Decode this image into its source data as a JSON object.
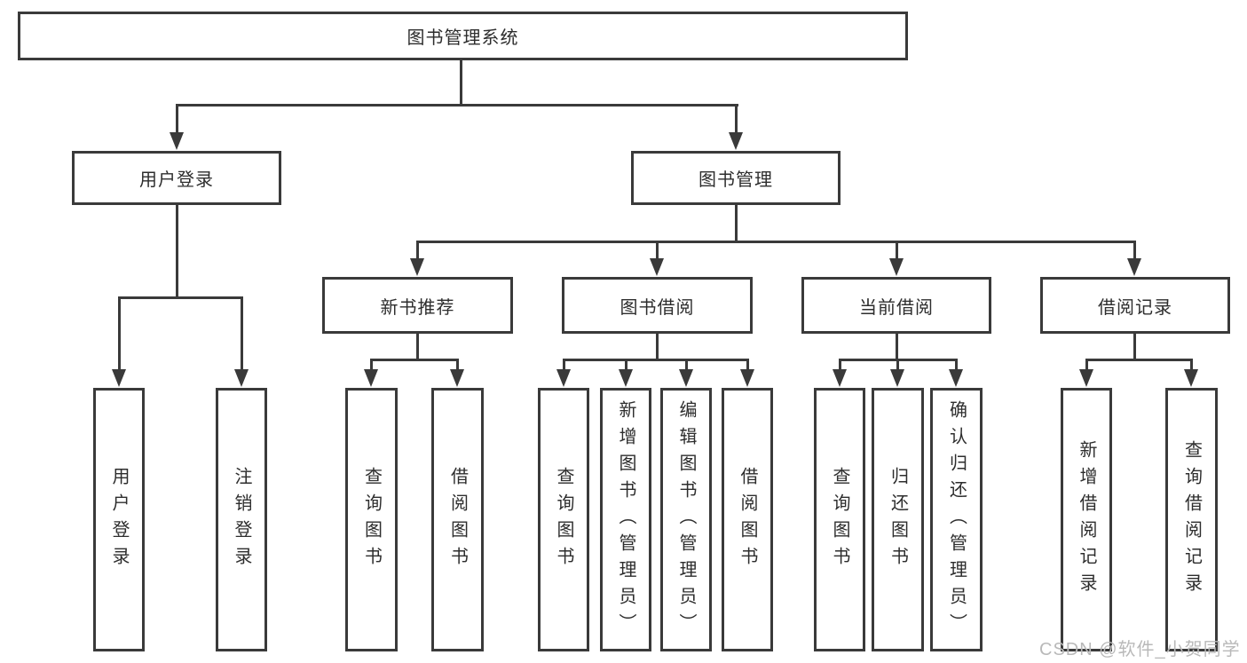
{
  "diagram": {
    "root": "图书管理系统",
    "level2": [
      "用户登录",
      "图书管理"
    ],
    "level3": [
      "新书推荐",
      "图书借阅",
      "当前借阅",
      "借阅记录"
    ],
    "leaves": {
      "login": [
        "用户登录",
        "注销登录"
      ],
      "recommend": [
        "查询图书",
        "借阅图书"
      ],
      "borrow": [
        "查询图书",
        "新增图书（管理员）",
        "编辑图书（管理员）",
        "借阅图书"
      ],
      "current": [
        "查询图书",
        "归还图书",
        "确认归还（管理员）"
      ],
      "records": [
        "新增借阅记录",
        "查询借阅记录"
      ]
    },
    "watermark": "CSDN @软件_小贺同学",
    "colors": {
      "line": "#3a3a3a",
      "text": "#2d2d2d",
      "watermark": "#b9b9b9",
      "background": "#ffffff"
    }
  }
}
